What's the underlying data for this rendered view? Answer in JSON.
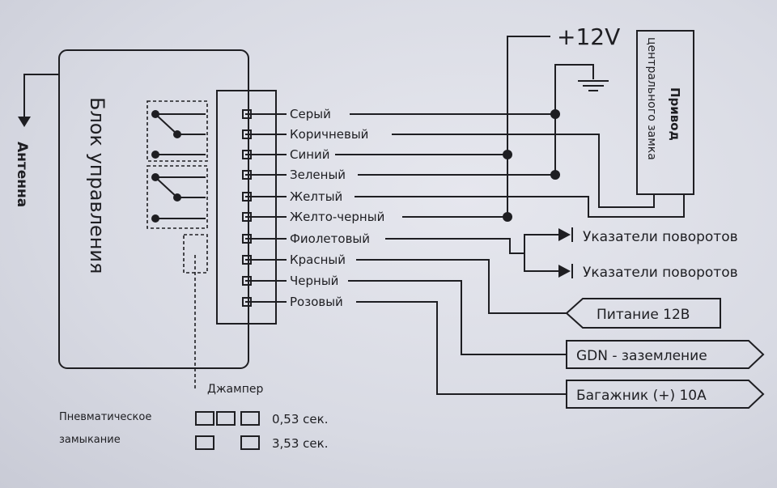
{
  "control_unit": {
    "title": "Блок управления",
    "antenna_label": "Антенна"
  },
  "wires": [
    {
      "label": "Серый"
    },
    {
      "label": "Коричневый"
    },
    {
      "label": "Синий"
    },
    {
      "label": "Зеленый"
    },
    {
      "label": "Желтый"
    },
    {
      "label": "Желто-черный"
    },
    {
      "label": "Фиолетовый"
    },
    {
      "label": "Красный"
    },
    {
      "label": "Черный"
    },
    {
      "label": "Розовый"
    }
  ],
  "power_label": "+12V",
  "lock_drive": {
    "line1": "Привод",
    "line2": "центрального замка"
  },
  "turn_signals": [
    "Указатели поворотов",
    "Указатели поворотов"
  ],
  "outputs": [
    "Питание 12В",
    "GDN - заземление",
    "Багажник (+) 10А"
  ],
  "jumper": {
    "label": "Джампер",
    "mode_line1": "Пневматическое",
    "mode_line2": "замыкание",
    "settings": [
      "0,53 сек.",
      "3,53 сек."
    ]
  }
}
